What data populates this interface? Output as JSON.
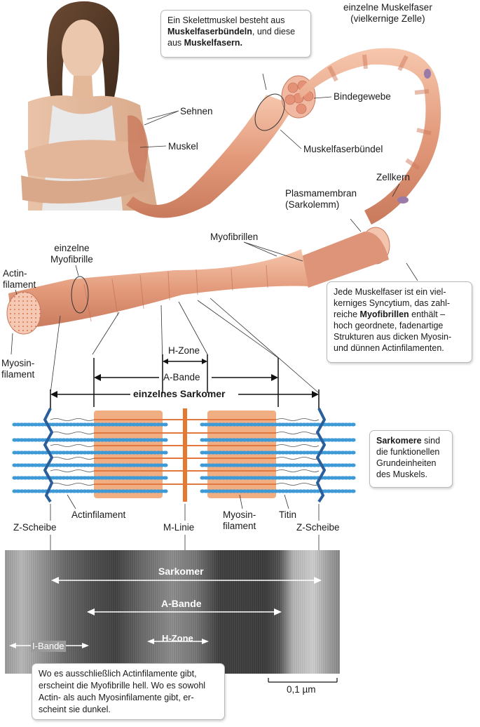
{
  "callouts": {
    "skelettmuskel_prefix": "Ein Skelettmuskel besteht aus",
    "skelettmuskel_bold1": "Muskelfaserbündeln",
    "skelettmuskel_mid": ", und diese aus",
    "skelettmuskel_bold2": "Muskelfasern.",
    "muskelfaser_l1": "Jede Muskelfaser ist ein viel-",
    "muskelfaser_l2": "kerniges Syncytium, das zahl-",
    "muskelfaser_l3_pre": "reiche",
    "muskelfaser_l3_bold": "Myofibrillen",
    "muskelfaser_l3_post": "enthält –",
    "muskelfaser_l4": "hoch geordnete, fadenartige",
    "muskelfaser_l5": "Strukturen aus dicken Myosin-",
    "muskelfaser_l6": "und dünnen Actinfilamenten.",
    "sarkomere_bold": "Sarkomere",
    "sarkomere_rest": "sind die funktionellen Grundeinheiten des Muskels.",
    "hell_dunkel": "Wo es ausschließlich Actinfilamente gibt, erscheint die Myofibrille hell. Wo es sowohl Actin- als auch Myosinfilamente gibt, er-scheint sie dunkel."
  },
  "labels": {
    "einzelne_muskelfaser_1": "einzelne Muskelfaser",
    "einzelne_muskelfaser_2": "(vielkernige Zelle)",
    "sehnen": "Sehnen",
    "muskel": "Muskel",
    "bindegewebe": "Bindegewebe",
    "muskelfaserbuendel": "Muskelfaserbündel",
    "zellkern": "Zellkern",
    "plasmamembran_1": "Plasmamembran",
    "plasmamembran_2": "(Sarkolemm)",
    "myofibrillen": "Myofibrillen",
    "einzelne_myofibrille_1": "einzelne",
    "einzelne_myofibrille_2": "Myofibrille",
    "actinfilament_1": "Actin-",
    "actinfilament_2": "filament",
    "myosinfilament_1": "Myosin-",
    "myosinfilament_2": "filament",
    "h_zone": "H-Zone",
    "a_bande": "A-Bande",
    "einzelnes_sarkomer": "einzelnes Sarkomer",
    "z_scheibe_left": "Z-Scheibe",
    "actinfilament_bottom": "Actinfilament",
    "m_linie": "M-Linie",
    "myosin_bottom_1": "Myosin-",
    "myosin_bottom_2": "filament",
    "titin": "Titin",
    "z_scheibe_right": "Z-Scheibe"
  },
  "micrograph": {
    "sarkomer": "Sarkomer",
    "a_bande": "A-Bande",
    "h_zone": "H-Zone",
    "i_bande": "I-Bande",
    "scale": "0,1 µm"
  },
  "colors": {
    "muscle": "#e8a58a",
    "myosin": "#e9884f",
    "actin": "#3d9ad6",
    "zdisc": "#2b5f9c",
    "mline": "#e6782f"
  }
}
